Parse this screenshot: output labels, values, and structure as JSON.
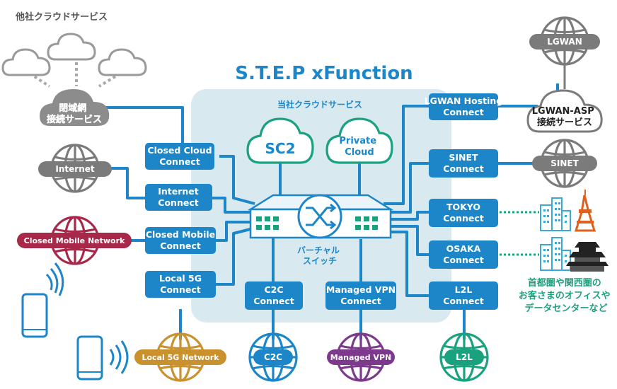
{
  "title": "S.T.E.P xFunction",
  "other_cloud_label": "他社クラウドサービス",
  "our_cloud_label": "当社クラウドサービス",
  "clouds": {
    "closed_network": "閉域網\n接続サービス",
    "sc2": "SC2",
    "private_cloud": "Private\nCloud",
    "lgwan_asp": "LGWAN-ASP\n接続サービス"
  },
  "switch_label": "バーチャル\nスイッチ",
  "connects": {
    "closed_cloud": "Closed Cloud\nConnect",
    "internet": "Internet\nConnect",
    "closed_mobile": "Closed Mobile\nConnect",
    "local5g": "Local 5G\nConnect",
    "c2c": "C2C\nConnect",
    "managed_vpn": "Managed VPN\nConnect",
    "lgwan_hosting": "LGWAN Hosting\nConnect",
    "sinet": "SINET\nConnect",
    "tokyo": "TOKYO\nConnect",
    "osaka": "OSAKA\nConnect",
    "l2l": "L2L\nConnect"
  },
  "networks": {
    "internet": "Internet",
    "closed_mobile": "Closed Mobile Network",
    "local5g": "Local 5G Network",
    "c2c": "C2C",
    "managed_vpn": "Managed VPN",
    "l2l": "L2L",
    "lgwan": "LGWAN",
    "sinet": "SINET"
  },
  "customer_note": "首都圏や関西圏の\nお客さまのオフィスや\nデータセンターなど",
  "colors": {
    "primary": "#1c86c9",
    "gray": "#7b7b7b",
    "crimson": "#a8284a",
    "gold": "#c9922e",
    "purple": "#7d3a8c",
    "teal": "#1aa27e",
    "panel": "#d8eaf0"
  }
}
